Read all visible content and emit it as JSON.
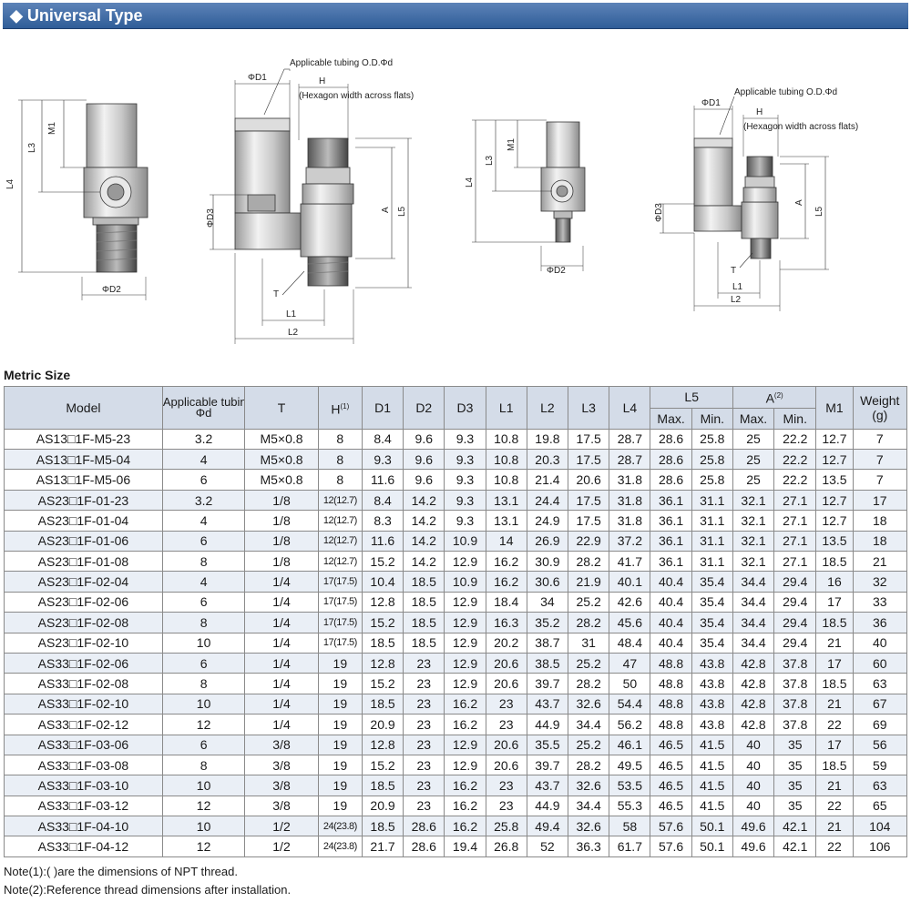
{
  "header": {
    "title": "◆ Universal Type"
  },
  "drawings": {
    "labels": {
      "tubing": "Applicable tubing O.D.Φd",
      "hex_h": "H",
      "hex_note": "(Hexagon width across flats)",
      "d1": "ΦD1",
      "d2": "ΦD2",
      "d3": "ΦD3",
      "l1": "L1",
      "l2": "L2",
      "l3": "L3",
      "l4": "L4",
      "l5": "L5",
      "m1": "M1",
      "a": "A",
      "t": "T"
    }
  },
  "section_title": "Metric Size",
  "table": {
    "headers": {
      "model": "Model",
      "applicable": "Applicable tubing O.D.",
      "applicable_sym": "Φd",
      "t": "T",
      "h": "H",
      "h_note": "(1)",
      "d1": "D1",
      "d2": "D2",
      "d3": "D3",
      "l1": "L1",
      "l2": "L2",
      "l3": "L3",
      "l4": "L4",
      "l5": "L5",
      "a": "A",
      "a_note": "(2)",
      "max": "Max.",
      "min": "Min.",
      "m1": "M1",
      "weight": "Weight",
      "weight_unit": "(g)"
    },
    "rows": [
      [
        "AS13□1F-M5-23",
        "3.2",
        "M5×0.8",
        "8",
        "8.4",
        "9.6",
        "9.3",
        "10.8",
        "19.8",
        "17.5",
        "28.7",
        "28.6",
        "25.8",
        "25",
        "22.2",
        "12.7",
        "7"
      ],
      [
        "AS13□1F-M5-04",
        "4",
        "M5×0.8",
        "8",
        "9.3",
        "9.6",
        "9.3",
        "10.8",
        "20.3",
        "17.5",
        "28.7",
        "28.6",
        "25.8",
        "25",
        "22.2",
        "12.7",
        "7"
      ],
      [
        "AS13□1F-M5-06",
        "6",
        "M5×0.8",
        "8",
        "11.6",
        "9.6",
        "9.3",
        "10.8",
        "21.4",
        "20.6",
        "31.8",
        "28.6",
        "25.8",
        "25",
        "22.2",
        "13.5",
        "7"
      ],
      [
        "AS23□1F-01-23",
        "3.2",
        "1/8",
        "12(12.7)",
        "8.4",
        "14.2",
        "9.3",
        "13.1",
        "24.4",
        "17.5",
        "31.8",
        "36.1",
        "31.1",
        "32.1",
        "27.1",
        "12.7",
        "17"
      ],
      [
        "AS23□1F-01-04",
        "4",
        "1/8",
        "12(12.7)",
        "8.3",
        "14.2",
        "9.3",
        "13.1",
        "24.9",
        "17.5",
        "31.8",
        "36.1",
        "31.1",
        "32.1",
        "27.1",
        "12.7",
        "18"
      ],
      [
        "AS23□1F-01-06",
        "6",
        "1/8",
        "12(12.7)",
        "11.6",
        "14.2",
        "10.9",
        "14",
        "26.9",
        "22.9",
        "37.2",
        "36.1",
        "31.1",
        "32.1",
        "27.1",
        "13.5",
        "18"
      ],
      [
        "AS23□1F-01-08",
        "8",
        "1/8",
        "12(12.7)",
        "15.2",
        "14.2",
        "12.9",
        "16.2",
        "30.9",
        "28.2",
        "41.7",
        "36.1",
        "31.1",
        "32.1",
        "27.1",
        "18.5",
        "21"
      ],
      [
        "AS23□1F-02-04",
        "4",
        "1/4",
        "17(17.5)",
        "10.4",
        "18.5",
        "10.9",
        "16.2",
        "30.6",
        "21.9",
        "40.1",
        "40.4",
        "35.4",
        "34.4",
        "29.4",
        "16",
        "32"
      ],
      [
        "AS23□1F-02-06",
        "6",
        "1/4",
        "17(17.5)",
        "12.8",
        "18.5",
        "12.9",
        "18.4",
        "34",
        "25.2",
        "42.6",
        "40.4",
        "35.4",
        "34.4",
        "29.4",
        "17",
        "33"
      ],
      [
        "AS23□1F-02-08",
        "8",
        "1/4",
        "17(17.5)",
        "15.2",
        "18.5",
        "12.9",
        "16.3",
        "35.2",
        "28.2",
        "45.6",
        "40.4",
        "35.4",
        "34.4",
        "29.4",
        "18.5",
        "36"
      ],
      [
        "AS23□1F-02-10",
        "10",
        "1/4",
        "17(17.5)",
        "18.5",
        "18.5",
        "12.9",
        "20.2",
        "38.7",
        "31",
        "48.4",
        "40.4",
        "35.4",
        "34.4",
        "29.4",
        "21",
        "40"
      ],
      [
        "AS33□1F-02-06",
        "6",
        "1/4",
        "19",
        "12.8",
        "23",
        "12.9",
        "20.6",
        "38.5",
        "25.2",
        "47",
        "48.8",
        "43.8",
        "42.8",
        "37.8",
        "17",
        "60"
      ],
      [
        "AS33□1F-02-08",
        "8",
        "1/4",
        "19",
        "15.2",
        "23",
        "12.9",
        "20.6",
        "39.7",
        "28.2",
        "50",
        "48.8",
        "43.8",
        "42.8",
        "37.8",
        "18.5",
        "63"
      ],
      [
        "AS33□1F-02-10",
        "10",
        "1/4",
        "19",
        "18.5",
        "23",
        "16.2",
        "23",
        "43.7",
        "32.6",
        "54.4",
        "48.8",
        "43.8",
        "42.8",
        "37.8",
        "21",
        "67"
      ],
      [
        "AS33□1F-02-12",
        "12",
        "1/4",
        "19",
        "20.9",
        "23",
        "16.2",
        "23",
        "44.9",
        "34.4",
        "56.2",
        "48.8",
        "43.8",
        "42.8",
        "37.8",
        "22",
        "69"
      ],
      [
        "AS33□1F-03-06",
        "6",
        "3/8",
        "19",
        "12.8",
        "23",
        "12.9",
        "20.6",
        "35.5",
        "25.2",
        "46.1",
        "46.5",
        "41.5",
        "40",
        "35",
        "17",
        "56"
      ],
      [
        "AS33□1F-03-08",
        "8",
        "3/8",
        "19",
        "15.2",
        "23",
        "12.9",
        "20.6",
        "39.7",
        "28.2",
        "49.5",
        "46.5",
        "41.5",
        "40",
        "35",
        "18.5",
        "59"
      ],
      [
        "AS33□1F-03-10",
        "10",
        "3/8",
        "19",
        "18.5",
        "23",
        "16.2",
        "23",
        "43.7",
        "32.6",
        "53.5",
        "46.5",
        "41.5",
        "40",
        "35",
        "21",
        "63"
      ],
      [
        "AS33□1F-03-12",
        "12",
        "3/8",
        "19",
        "20.9",
        "23",
        "16.2",
        "23",
        "44.9",
        "34.4",
        "55.3",
        "46.5",
        "41.5",
        "40",
        "35",
        "22",
        "65"
      ],
      [
        "AS33□1F-04-10",
        "10",
        "1/2",
        "24(23.8)",
        "18.5",
        "28.6",
        "16.2",
        "25.8",
        "49.4",
        "32.6",
        "58",
        "57.6",
        "50.1",
        "49.6",
        "42.1",
        "21",
        "104"
      ],
      [
        "AS33□1F-04-12",
        "12",
        "1/2",
        "24(23.8)",
        "21.7",
        "28.6",
        "19.4",
        "26.8",
        "52",
        "36.3",
        "61.7",
        "57.6",
        "50.1",
        "49.6",
        "42.1",
        "22",
        "106"
      ]
    ]
  },
  "notes": [
    "Note(1):(  )are the dimensions of NPT thread.",
    "Note(2):Reference thread dimensions after installation."
  ]
}
